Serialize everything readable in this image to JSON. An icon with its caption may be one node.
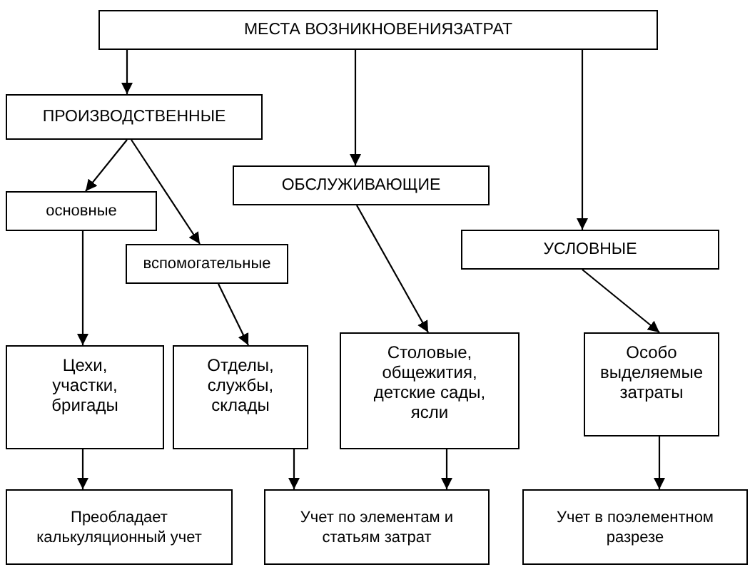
{
  "diagram": {
    "nodes": [
      {
        "text": [
          "МЕСТА ВОЗНИКНОВЕНИЯЗАТРАТ"
        ]
      },
      {
        "text": [
          "ПРОИЗВОДСТВЕННЫЕ"
        ]
      },
      {
        "text": [
          "ОБСЛУЖИВАЮЩИЕ"
        ]
      },
      {
        "text": [
          "основные"
        ]
      },
      {
        "text": [
          "вспомогательные"
        ]
      },
      {
        "text": [
          "УСЛОВНЫЕ"
        ]
      },
      {
        "text": [
          "Цехи, участки, бригады"
        ]
      },
      {
        "text": [
          "Отделы, службы, склады"
        ]
      },
      {
        "text": [
          "Столовые, общежития, детские сады, ясли"
        ]
      },
      {
        "text": [
          "Особо выделяемые затраты"
        ]
      },
      {
        "text": [
          "Преобладает калькуляционный учет"
        ]
      },
      {
        "text": [
          "Учет по элементам и статьям затрат"
        ]
      },
      {
        "text": [
          "Учет в поэлементном разрезе"
        ]
      }
    ],
    "edges": [
      {
        "from": 0,
        "to": 1,
        "arrow": "to"
      },
      {
        "from": 0,
        "to": 2,
        "arrow": "to"
      },
      {
        "from": 0,
        "to": 5,
        "arrow": "to"
      },
      {
        "from": 1,
        "to": 3,
        "arrow": "to"
      },
      {
        "from": 1,
        "to": 4,
        "arrow": "to"
      },
      {
        "from": 3,
        "to": 6,
        "arrow": "to"
      },
      {
        "from": 4,
        "to": 7,
        "arrow": "to"
      },
      {
        "from": 2,
        "to": 8,
        "arrow": "to"
      },
      {
        "from": 5,
        "to": 9,
        "arrow": "to"
      },
      {
        "from": 6,
        "to": 10,
        "arrow": "to"
      },
      {
        "from": 7,
        "to": 11,
        "arrow": "to"
      },
      {
        "from": 8,
        "to": 11,
        "arrow": "to"
      },
      {
        "from": 9,
        "to": 12,
        "arrow": "to"
      }
    ]
  }
}
